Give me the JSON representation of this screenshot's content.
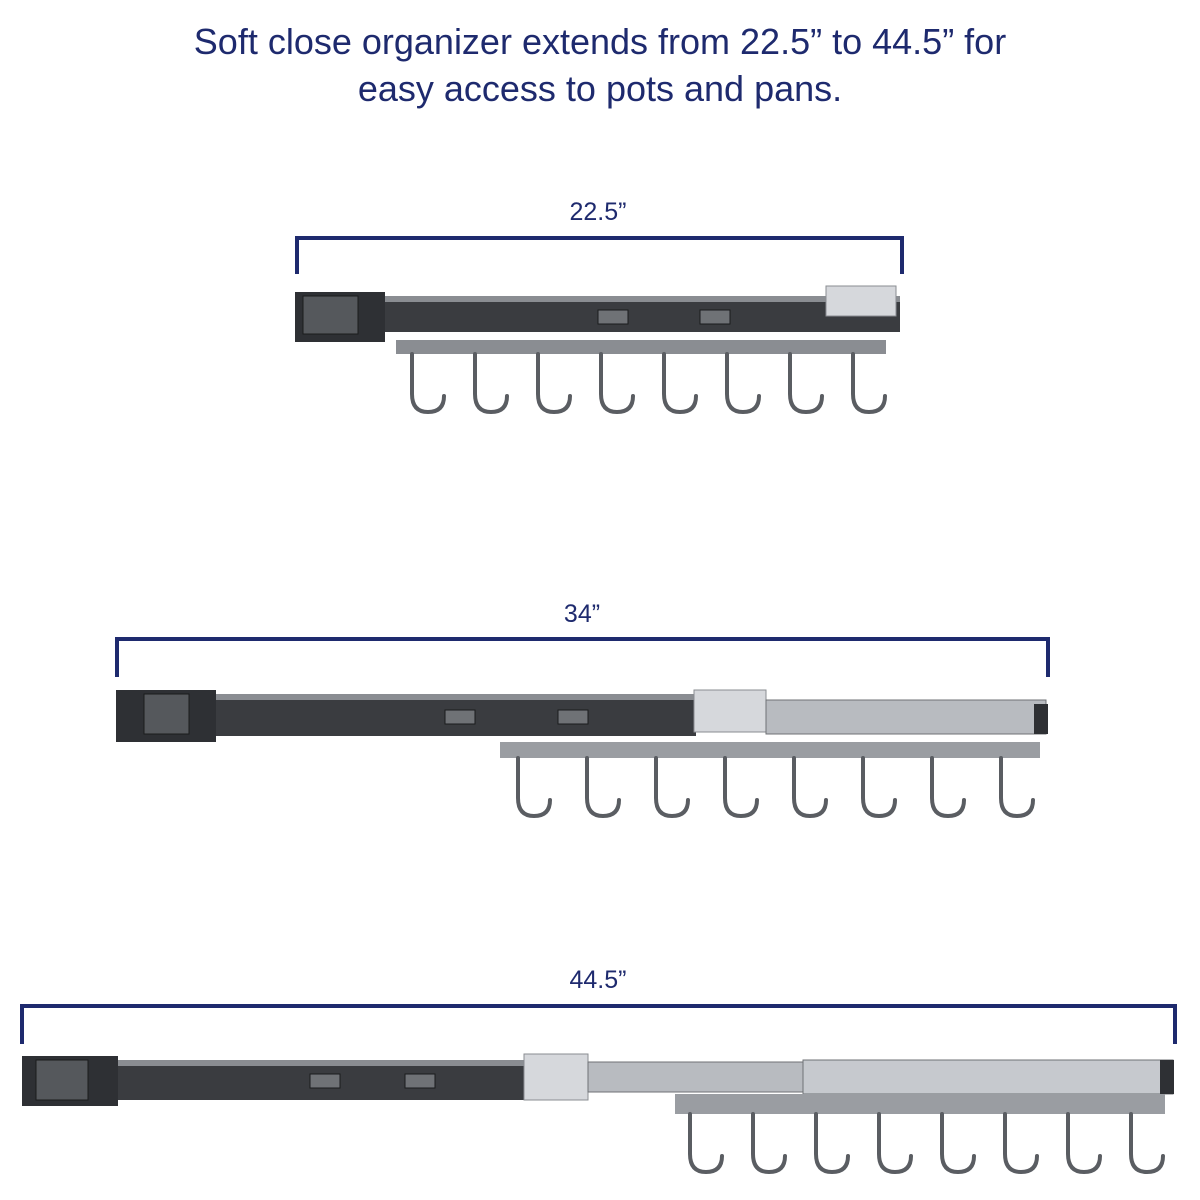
{
  "headline": {
    "line1": "Soft close organizer extends from 22.5” to 44.5” for",
    "line2": "easy access to pots and pans."
  },
  "colors": {
    "text": "#1e2a6e",
    "bracket": "#1e2a6e",
    "metal_dark": "#3a3c40",
    "metal_mid": "#8a8d92",
    "metal_light": "#d6d8dc",
    "hook": "#5a5d62"
  },
  "measurements": [
    {
      "label": "22.5”",
      "hooks": 8
    },
    {
      "label": "34”",
      "hooks": 8
    },
    {
      "label": "44.5”",
      "hooks": 8
    }
  ]
}
